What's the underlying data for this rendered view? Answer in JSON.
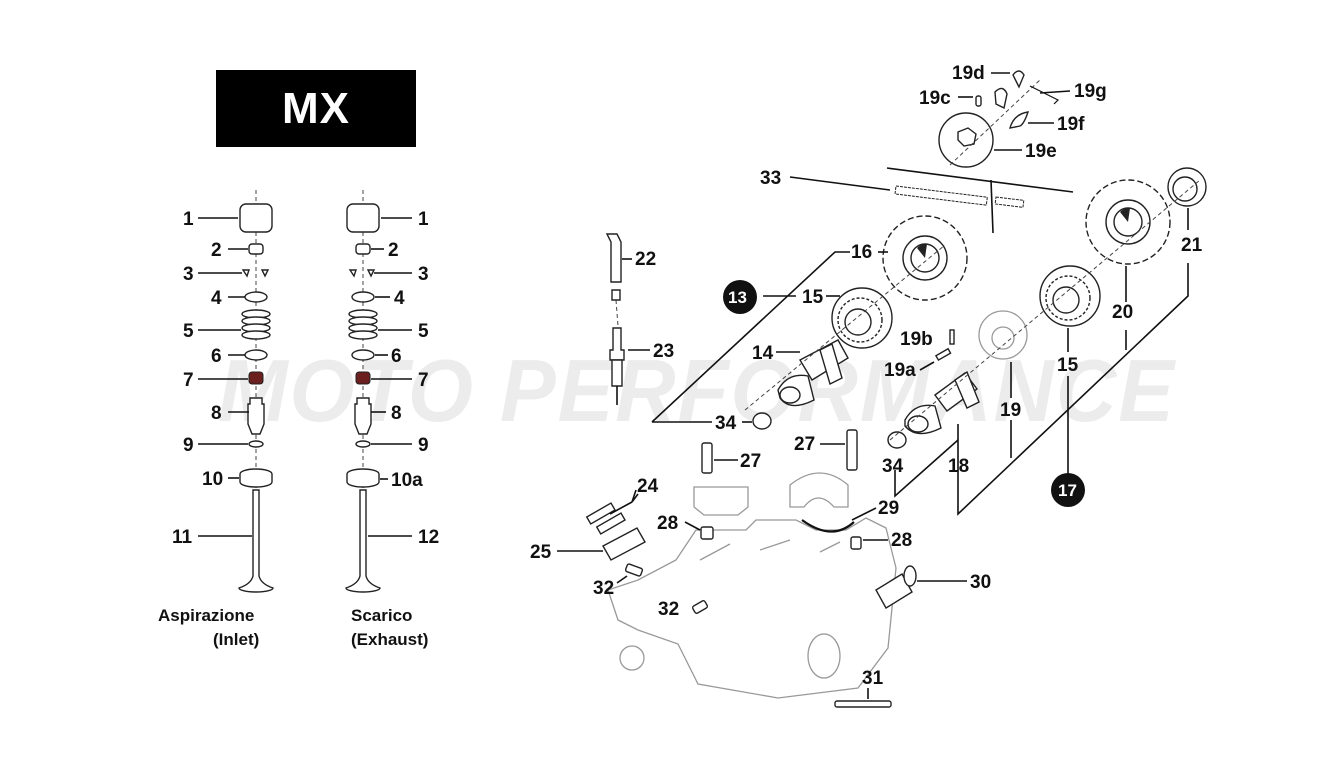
{
  "badge": {
    "text": "MX"
  },
  "watermark": {
    "text": "MOTO PERFORMANCE"
  },
  "captions": {
    "inlet_line1": "Aspirazione",
    "inlet_line2": "(Inlet)",
    "exhaust_line1": "Scarico",
    "exhaust_line2": "(Exhaust)"
  },
  "inlet_valve_labels": [
    "1",
    "2",
    "3",
    "4",
    "5",
    "6",
    "7",
    "8",
    "9",
    "10",
    "11"
  ],
  "exhaust_valve_labels": [
    "1",
    "2",
    "3",
    "4",
    "5",
    "6",
    "7",
    "8",
    "9",
    "10a",
    "12"
  ],
  "callouts": {
    "c13": "13",
    "c14": "14",
    "c15a": "15",
    "c15b": "15",
    "c16": "16",
    "c17": "17",
    "c18": "18",
    "c19": "19",
    "c19a": "19a",
    "c19b": "19b",
    "c19c": "19c",
    "c19d": "19d",
    "c19e": "19e",
    "c19f": "19f",
    "c19g": "19g",
    "c20": "20",
    "c21": "21",
    "c22": "22",
    "c23": "23",
    "c24": "24",
    "c25": "25",
    "c27a": "27",
    "c27b": "27",
    "c28a": "28",
    "c28b": "28",
    "c29": "29",
    "c30": "30",
    "c31": "31",
    "c32a": "32",
    "c32b": "32",
    "c33": "33",
    "c34a": "34",
    "c34b": "34"
  }
}
